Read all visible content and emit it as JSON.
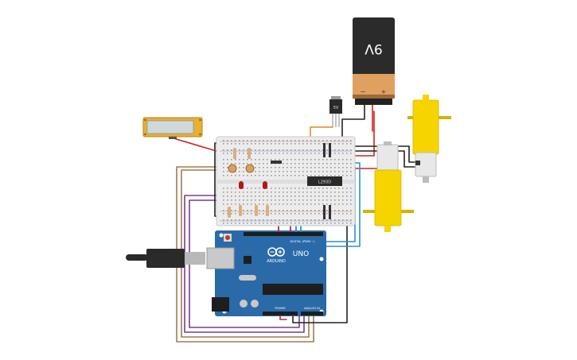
{
  "battery": {
    "label": "9V",
    "minus": "−",
    "plus": "+"
  },
  "regulator": {
    "label": "5V"
  },
  "driver_ic": {
    "label": "L293D"
  },
  "arduino": {
    "logo": "ARDUINO",
    "model": "UNO",
    "header_digital": "DIGITAL (PWM ~)",
    "header_power": "POWER",
    "header_analog": "ANALOG IN"
  },
  "colors": {
    "board": "#2a6aa8",
    "breadboard": "#ececec",
    "battery_top": "#2b2b2b",
    "battery_bottom": "#e0a060",
    "motor_yellow": "#f5d400",
    "wire_orange": "#e08a1e",
    "wire_red": "#d32020",
    "wire_blue": "#2a8fd0",
    "wire_purple": "#7a3b8f",
    "wire_brown": "#a07a4f",
    "wire_magenta": "#c2187a",
    "wire_black": "#222222"
  }
}
